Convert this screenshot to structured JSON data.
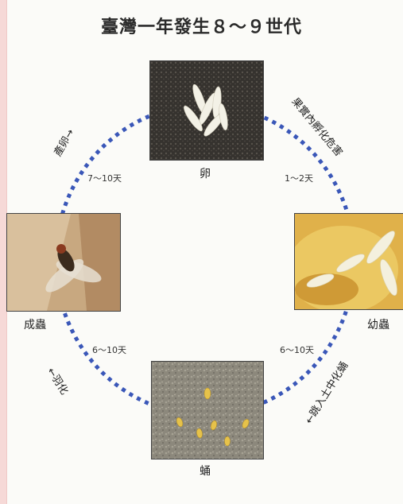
{
  "title": "臺灣一年發生８～９世代",
  "stages": {
    "egg": "卵",
    "larva": "幼蟲",
    "pupa": "蛹",
    "adult": "成蟲"
  },
  "transitions": {
    "adult_to_egg": "產卵→",
    "egg_to_larva": "果實內孵化危害",
    "larva_to_pupa": "←跳入土中化蛹",
    "pupa_to_adult": "←羽化"
  },
  "durations": {
    "adult_to_egg": "7～10天",
    "egg_to_larva": "1～2天",
    "larva_to_pupa": "6～10天",
    "pupa_to_adult": "6～10天"
  },
  "colors": {
    "cycle_dots": "#3a57b8",
    "page_border": "#f6d9d7"
  },
  "icons": [
    "egg-photo",
    "larva-photo",
    "pupa-photo",
    "adult-fly-photo"
  ]
}
